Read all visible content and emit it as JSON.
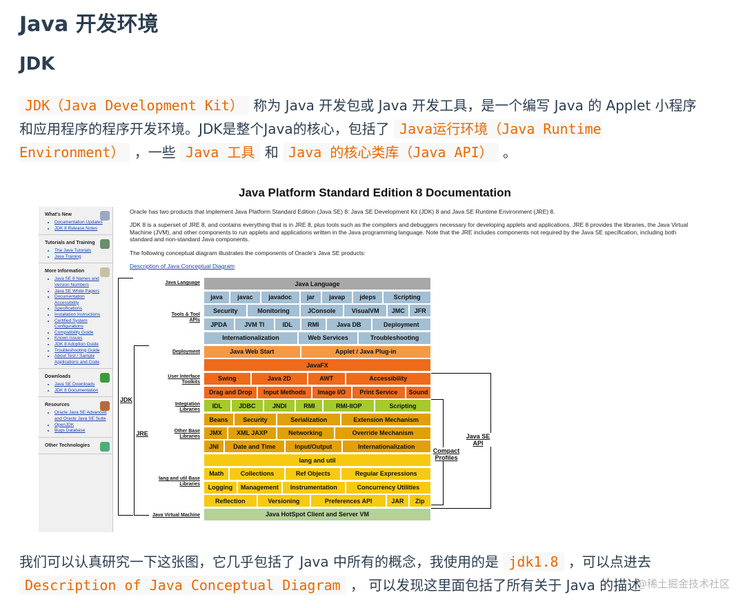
{
  "title": "Java 开发环境",
  "section": "JDK",
  "intro": {
    "code1": "JDK（Java Development Kit）",
    "t1": " 称为 Java 开发包或 Java 开发工具，是一个编写 Java 的 Applet 小程序和应用程序的程序开发环境。JDK是整个Java的核心，包括了 ",
    "code2": "Java运行环境（Java Runtime Environment）",
    "t2": " ，一些 ",
    "code3": "Java 工具",
    "t3": " 和 ",
    "code4": "Java 的核心类库（Java API）",
    "t4": " 。"
  },
  "figure": {
    "title": "Java Platform Standard Edition 8 Documentation",
    "sidebar": {
      "sections": [
        {
          "heading": "What's New",
          "icon": "magnifier-icon",
          "links": [
            "Documentation Updates",
            "JDK 8 Release Notes"
          ]
        },
        {
          "heading": "Tutorials and Training",
          "icon": "monitor-icon",
          "links": [
            "The Java Tutorials",
            "Java Training"
          ]
        },
        {
          "heading": "More Information",
          "icon": "book-icon",
          "links": [
            "Java SE 8 Names and Version Numbers",
            "Java SE White Papers",
            "Documentation Accessibility",
            "Specifications",
            "Installation Instructions",
            "Certified System Configurations",
            "Compatibility Guide",
            "Known Issues",
            "JDK 8 Adoption Guide",
            "Troubleshooting Guide",
            "About Test / Sample Applications and Code"
          ]
        },
        {
          "heading": "Downloads",
          "icon": "download-arrow-icon",
          "links": [
            "Java SE Downloads",
            "JDK 8 Documentation"
          ]
        },
        {
          "heading": "Resources",
          "icon": "box-icon",
          "links": [
            "Oracle Java SE Advanced and Oracle Java SE Suite",
            "OpenJDK",
            "Bugs Database"
          ]
        },
        {
          "heading": "Other Technologies",
          "icon": "leaf-icon",
          "links": []
        }
      ]
    },
    "para1": "Oracle has two products that implement Java Platform Standard Edition (Java SE) 8: Java SE Development Kit (JDK) 8 and Java SE Runtime Environment (JRE) 8.",
    "para2": "JDK 8 is a superset of JRE 8, and contains everything that is in JRE 8, plus tools such as the compilers and debuggers necessary for developing applets and applications. JRE 8 provides the libraries, the Java Virtual Machine (JVM), and other components to run applets and applications written in the Java programming language. Note that the JRE includes components not required by the Java SE specification, including both standard and non-standard Java components.",
    "para3": "The following conceptual diagram illustrates the components of Oracle's Java SE products:",
    "link": "Description of Java Conceptual Diagram",
    "row_labels": {
      "language": "Java Language",
      "tools": "Tools & Tool APIs",
      "deployment": "Deployment",
      "ui": "User Interface Toolkits",
      "integration": "Integration Libraries",
      "other_base": "Other Base Libraries",
      "lang_util": "lang and util Base Libraries",
      "jvm": "Java Virtual Machine"
    },
    "brackets": {
      "jdk": "JDK",
      "jre": "JRE",
      "compact": "Compact Profiles",
      "api": "Java SE API"
    },
    "rows": [
      {
        "color": "gray",
        "cells": [
          "Java Language"
        ]
      },
      {
        "color": "blue",
        "cells": [
          "java",
          "javac",
          "javadoc",
          "jar",
          "javap",
          "jdeps",
          "Scripting"
        ]
      },
      {
        "color": "blue",
        "cells": [
          "Security",
          "Monitoring",
          "JConsole",
          "VisualVM",
          "JMC",
          "JFR"
        ]
      },
      {
        "color": "blue",
        "cells": [
          "JPDA",
          "JVM TI",
          "IDL",
          "RMI",
          "Java DB",
          "Deployment"
        ]
      },
      {
        "color": "blue",
        "cells": [
          "Internationalization",
          "Web Services",
          "Troubleshooting"
        ]
      },
      {
        "color": "orange",
        "cells": [
          "Java Web Start",
          "Applet / Java Plug-in"
        ]
      },
      {
        "color": "dorange",
        "cells": [
          "JavaFX"
        ]
      },
      {
        "color": "dorange",
        "cells": [
          "Swing",
          "Java 2D",
          "AWT",
          "Accessibility"
        ]
      },
      {
        "color": "dorange",
        "cells": [
          "Drag and Drop",
          "Input Methods",
          "Image I/O",
          "Print Service",
          "Sound"
        ]
      },
      {
        "color": "lime",
        "cells": [
          "IDL",
          "JDBC",
          "JNDI",
          "RMI",
          "RMI-IIOP",
          "Scripting"
        ]
      },
      {
        "color": "gold",
        "cells": [
          "Beans",
          "Security",
          "Serialization",
          "Extension Mechanism"
        ]
      },
      {
        "color": "gold",
        "cells": [
          "JMX",
          "XML JAXP",
          "Networking",
          "Override Mechanism"
        ]
      },
      {
        "color": "gold",
        "cells": [
          "JNI",
          "Date and Time",
          "Input/Output",
          "Internationalization"
        ]
      },
      {
        "color": "yellow",
        "cells": [
          "lang and util"
        ]
      },
      {
        "color": "yellow",
        "cells": [
          "Math",
          "Collections",
          "Ref Objects",
          "Regular Expressions"
        ]
      },
      {
        "color": "yellow",
        "cells": [
          "Logging",
          "Management",
          "Instrumentation",
          "Concurrency Utilities"
        ]
      },
      {
        "color": "yellow",
        "cells": [
          "Reflection",
          "Versioning",
          "Preferences API",
          "JAR",
          "Zip"
        ]
      },
      {
        "color": "lgreen",
        "cells": [
          "Java HotSpot Client and Server VM"
        ]
      }
    ]
  },
  "outro": {
    "t1": "我们可以认真研究一下这张图，它几乎包括了 Java 中所有的概念，我使用的是 ",
    "code1": "jdk1.8",
    "t2": " ，可以点进去 ",
    "code2": "Description of Java Conceptual Diagram",
    "t3": " ， 可以发现这里面包括了所有关于 Java 的描述"
  },
  "watermark": "@稀土掘金技术社区",
  "colors": {
    "heading": "#2c3e50",
    "code": "#e96900",
    "gray": "#a8a8a8",
    "blue": "#a3bfd3",
    "orange": "#f49a45",
    "dorange": "#ef6a1a",
    "lime": "#a6c92c",
    "gold": "#e1a00a",
    "yellow": "#f7ca11",
    "lgreen": "#b4d197"
  }
}
